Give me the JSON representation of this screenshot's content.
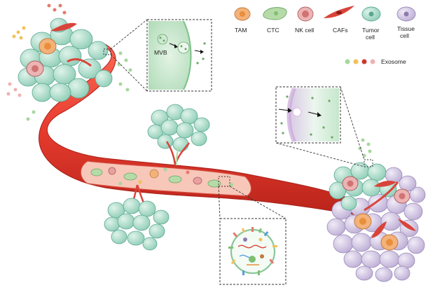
{
  "legend": {
    "items": [
      {
        "icon": "tam-cell-icon",
        "label": "TAM",
        "color": "#f3b27a"
      },
      {
        "icon": "ctc-cell-icon",
        "label": "CTC",
        "color": "#b6dba8"
      },
      {
        "icon": "nk-cell-icon",
        "label": "NK cell",
        "color": "#e8a0a0"
      },
      {
        "icon": "caf-cell-icon",
        "label": "CAFs",
        "color": "#d9443a"
      },
      {
        "icon": "tumor-cell-icon",
        "label": "Tumor",
        "label2": "cell",
        "color": "#a9dcc7"
      },
      {
        "icon": "tissue-cell-icon",
        "label": "Tissue",
        "label2": "cell",
        "color": "#d7cde6"
      }
    ],
    "exosome_label": "Exosome",
    "exosome_colors": [
      "#a6d89c",
      "#f1c15a",
      "#e27b6d",
      "#f0b2b2"
    ]
  },
  "zoom_mvb": {
    "label": "MVB"
  },
  "colors": {
    "vessel": "#e63b2e",
    "vessel_dark": "#b8231a",
    "tumor": "#a9dcc7",
    "tumor_edge": "#5aa892",
    "tissue": "#d7cde6",
    "tissue_edge": "#9a8ab8",
    "dash": "#333333"
  }
}
